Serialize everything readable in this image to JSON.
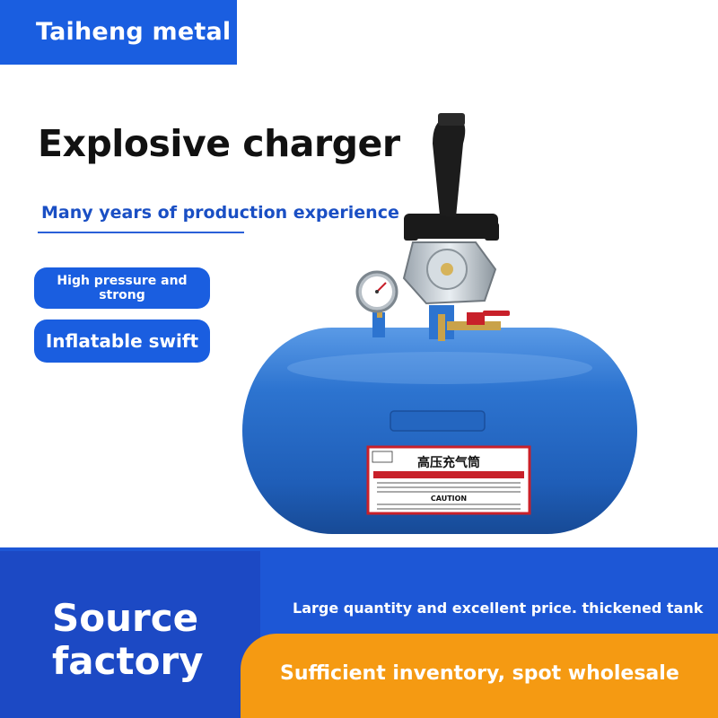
{
  "brand": {
    "name": "Taiheng metal"
  },
  "headline": "Explosive charger",
  "subheadline": "Many years of production experience",
  "features": [
    "High pressure and strong",
    "Inflatable swift"
  ],
  "product_image": {
    "label_title": "高压充气筒",
    "label_caution": "CAUTION",
    "colors": {
      "tank": "#2d74d0",
      "handle": "#1a1a1a",
      "brand_blue": "#1a5ee0",
      "accent_orange": "#f59a12"
    }
  },
  "footer": {
    "source_line_1": "Source",
    "source_line_2": "factory",
    "tagline_1": "Large quantity and excellent price. thickened tank",
    "tagline_2": "Sufficient inventory, spot wholesale"
  }
}
